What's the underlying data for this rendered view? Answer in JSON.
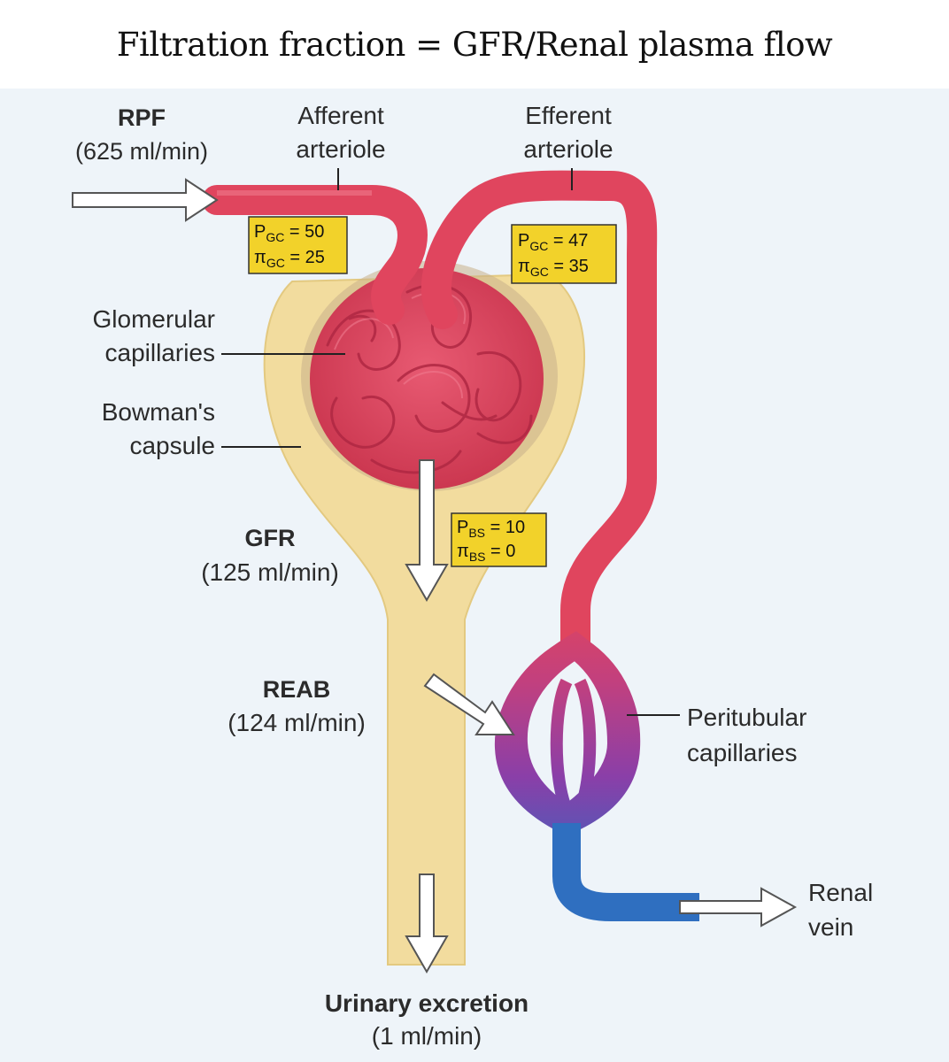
{
  "formula": {
    "lhs": "Filtration fraction",
    "eq": "=",
    "gfr": "GFR",
    "slash": "/",
    "rhs": "Renal plasma flow"
  },
  "labels": {
    "rpf_title": "RPF",
    "rpf_value": "(625 ml/min)",
    "afferent_1": "Afferent",
    "afferent_2": "arteriole",
    "efferent_1": "Efferent",
    "efferent_2": "arteriole",
    "glomerular_1": "Glomerular",
    "glomerular_2": "capillaries",
    "bowman_1": "Bowman's",
    "bowman_2": "capsule",
    "gfr_title": "GFR",
    "gfr_value": "(125 ml/min)",
    "reab_title": "REAB",
    "reab_value": "(124 ml/min)",
    "peritubular_1": "Peritubular",
    "peritubular_2": "capillaries",
    "renal_vein_1": "Renal",
    "renal_vein_2": "vein",
    "urinary_title": "Urinary excretion",
    "urinary_value": "(1 ml/min)"
  },
  "pressure_boxes": {
    "afferent": {
      "p_sym": "P",
      "p_sub": "GC",
      "p_val": " = 50",
      "pi_sym": "π",
      "pi_sub": "GC",
      "pi_val": " = 25"
    },
    "efferent": {
      "p_sym": "P",
      "p_sub": "GC",
      "p_val": " = 47",
      "pi_sym": "π",
      "pi_sub": "GC",
      "pi_val": " = 35"
    },
    "bowman": {
      "p_sym": "P",
      "p_sub": "BS",
      "p_val": " = 10",
      "pi_sym": "π",
      "pi_sub": "BS",
      "pi_val": " = 0"
    }
  },
  "colors": {
    "vessel_red": "#e0455e",
    "vessel_purple": "#8a3fa8",
    "vessel_blue": "#2f6fc0",
    "capsule": "#f2dc9e",
    "box_yellow": "#f2d22a",
    "background": "#eef4f9"
  }
}
